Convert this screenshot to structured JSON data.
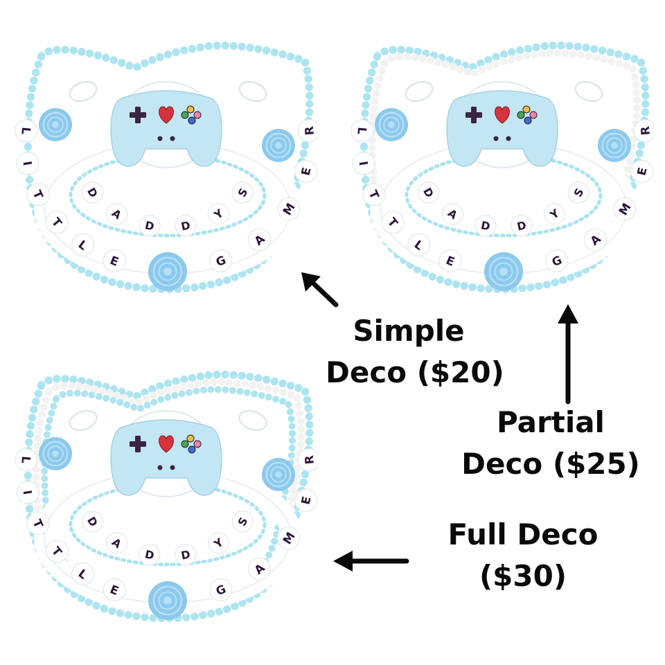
{
  "products": [
    {
      "variant": "simple",
      "pacifier_text": {
        "line1": "DADDYS",
        "line2_left": "LITTLE",
        "line2_right": "GAMER"
      },
      "caption": {
        "line1": "Simple",
        "line2": "Deco ($20)"
      },
      "pearl_rows": [
        "#a9e3ee"
      ]
    },
    {
      "variant": "partial",
      "pacifier_text": {
        "line1": "DADDYS",
        "line2_left": "LITTLE",
        "line2_right": "GAMER"
      },
      "caption": {
        "line1": "Partial",
        "line2": "Deco ($25)"
      },
      "pearl_rows": [
        "#a9e3ee",
        "#f1f1ef"
      ]
    },
    {
      "variant": "full",
      "pacifier_text": {
        "line1": "DADDYS",
        "line2_left": "LITTLE",
        "line2_right": "GAMER"
      },
      "caption": {
        "line1": "Full Deco",
        "line2": "($30)"
      },
      "pearl_rows": [
        "#a9e3ee",
        "#f1f1ef",
        "#a9e3ee"
      ]
    }
  ],
  "colors": {
    "shield": "#ffffff",
    "pearl_blue": "#a9e3ee",
    "pearl_white": "#f1f1ef",
    "controller": "#c3e6f4",
    "rose": "#8cc9ec",
    "bead_text": "#2a1436",
    "caption_text": "#0a0a0a"
  },
  "icons": [
    "game-controller-icon",
    "heart-icon",
    "dpad-icon",
    "rose-icon",
    "arrow-icon"
  ]
}
